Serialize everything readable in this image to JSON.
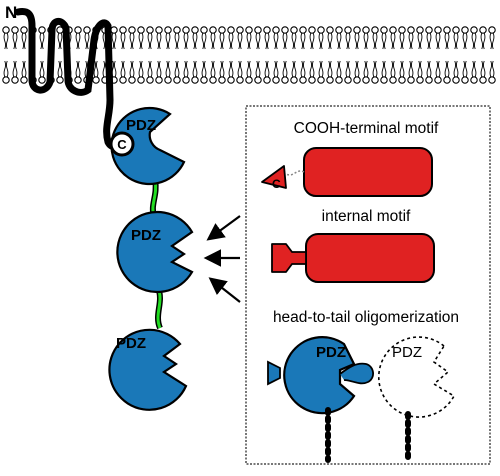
{
  "labels": {
    "n_terminus": "N",
    "pdz": "PDZ",
    "c": "C",
    "cooh_motif": "COOH-terminal motif",
    "internal_motif": "internal motif",
    "oligomerization": "head-to-tail oligomerization"
  },
  "colors": {
    "pdz_blue": "#1a78b8",
    "ligand_red": "#e02222",
    "linker_green": "#22dd22",
    "outline": "#000000",
    "panel_border": "#777777"
  }
}
